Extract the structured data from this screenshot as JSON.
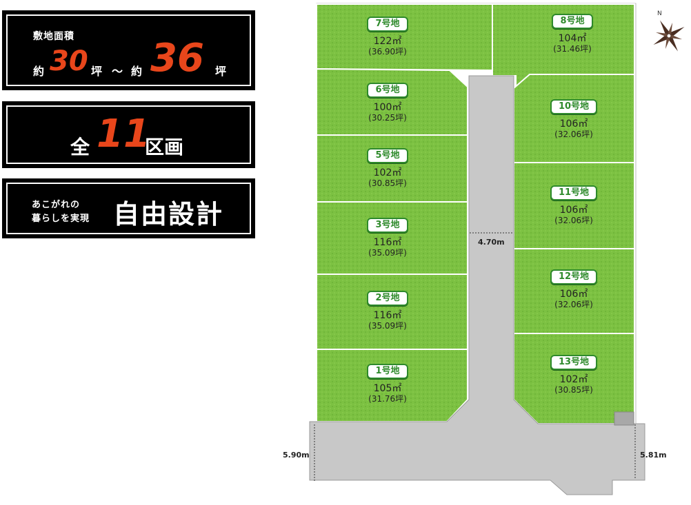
{
  "summary": {
    "area_title": "敷地面積",
    "approx1": "約",
    "min_value": "30",
    "unit1": "坪",
    "tilde": "～",
    "approx2": "約",
    "max_value": "36",
    "unit2": "坪",
    "total_prefix": "全",
    "total_value": "11",
    "total_suffix": "区画",
    "free_line1": "あこがれの",
    "free_line2": "暮らしを実現",
    "free_main": "自由設計"
  },
  "lots": [
    {
      "name": "7号地",
      "area": "122㎡",
      "tsubo": "(36.90坪)"
    },
    {
      "name": "8号地",
      "area": "104㎡",
      "tsubo": "(31.46坪)"
    },
    {
      "name": "6号地",
      "area": "100㎡",
      "tsubo": "(30.25坪)"
    },
    {
      "name": "10号地",
      "area": "106㎡",
      "tsubo": "(32.06坪)"
    },
    {
      "name": "5号地",
      "area": "102㎡",
      "tsubo": "(30.85坪)"
    },
    {
      "name": "11号地",
      "area": "106㎡",
      "tsubo": "(32.06坪)"
    },
    {
      "name": "3号地",
      "area": "116㎡",
      "tsubo": "(35.09坪)"
    },
    {
      "name": "12号地",
      "area": "106㎡",
      "tsubo": "(32.06坪)"
    },
    {
      "name": "2号地",
      "area": "116㎡",
      "tsubo": "(35.09坪)"
    },
    {
      "name": "13号地",
      "area": "102㎡",
      "tsubo": "(30.85坪)"
    },
    {
      "name": "1号地",
      "area": "105㎡",
      "tsubo": "(31.76坪)"
    }
  ],
  "dimensions": {
    "road_width": "4.70m",
    "left_frontage": "5.90m",
    "right_frontage": "5.81m"
  },
  "compass": {
    "north_label": "N",
    "icon": "compass-rose-icon"
  },
  "colors": {
    "lot_green": "#7cc142",
    "road_gray": "#c8c8c8",
    "accent_red": "#e8461b",
    "tag_green": "#2e8a2b"
  }
}
